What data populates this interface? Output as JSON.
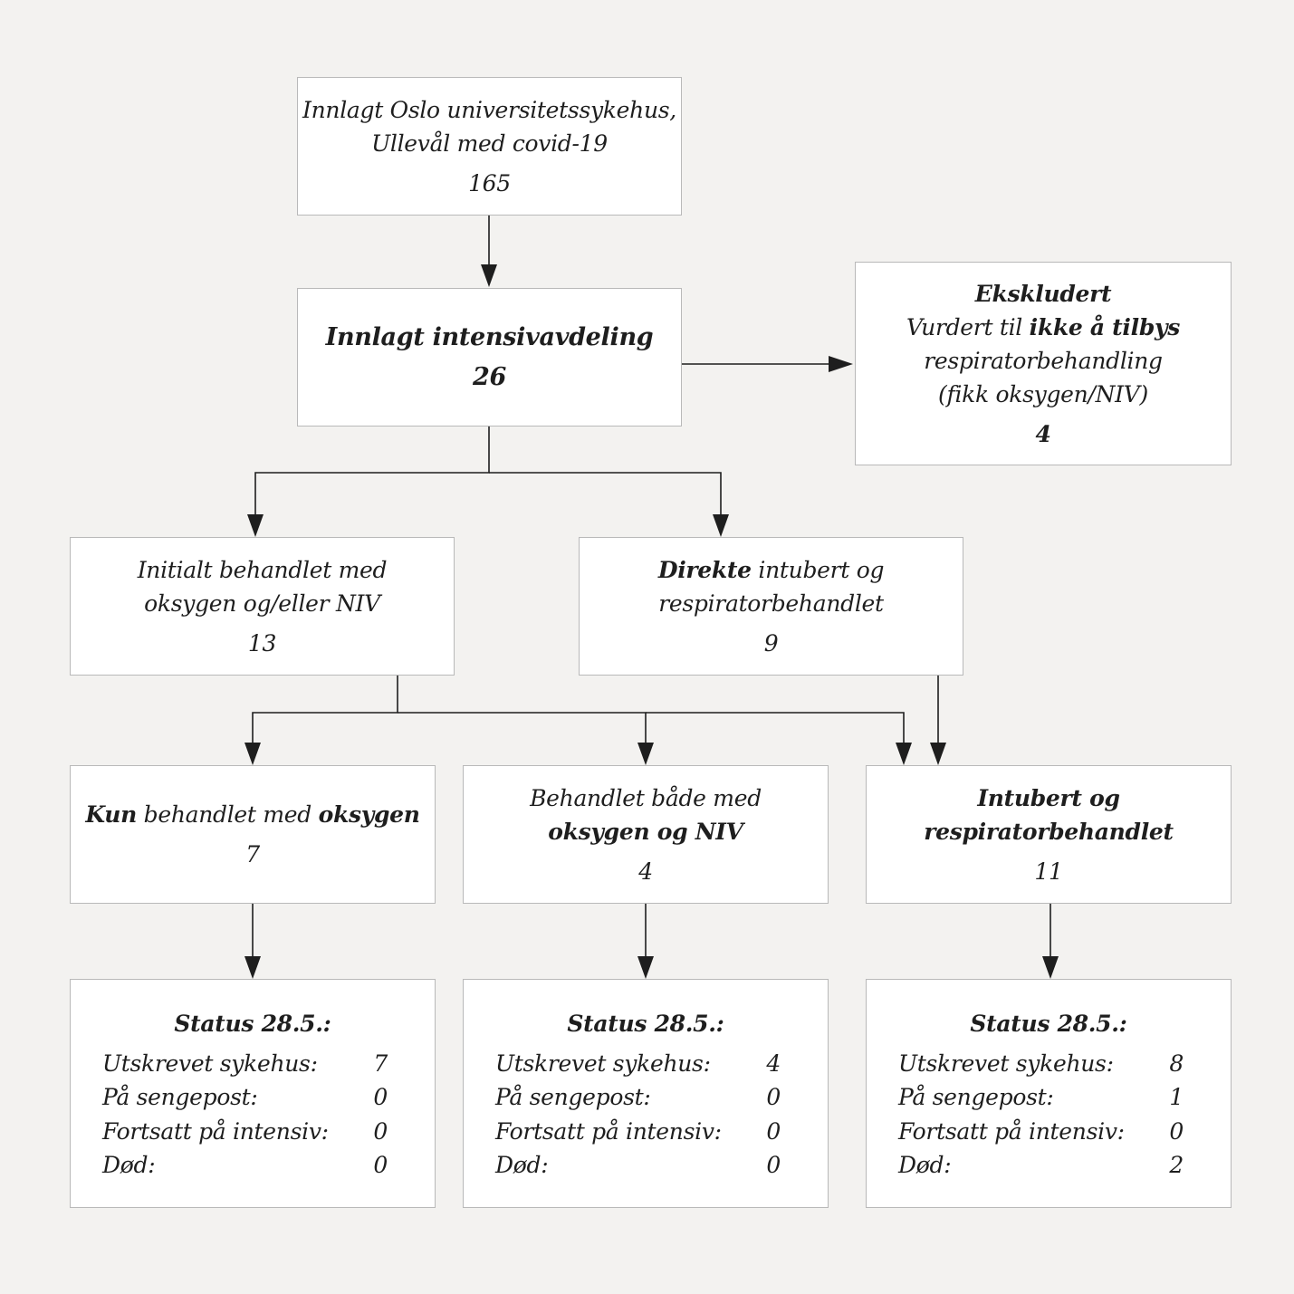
{
  "top": {
    "line1": "Innlagt Oslo universitetssykehus,",
    "line2": "Ullevål med covid-19",
    "count": "165"
  },
  "icu": {
    "title": "Innlagt intensivavdeling",
    "count": "26"
  },
  "excluded": {
    "title": "Ekskludert",
    "line1_a": "Vurdert til ",
    "line1_b": "ikke å tilbys",
    "line2": "respiratorbehandling",
    "line3": "(fikk oksygen/NIV)",
    "count": "4"
  },
  "initial": {
    "line1": "Initialt behandlet med",
    "line2": "oksygen og/eller NIV",
    "count": "13"
  },
  "direct": {
    "line1_a": "Direkte",
    "line1_b": " intubert og",
    "line2": "respiratorbehandlet",
    "count": "9"
  },
  "oxygen_only": {
    "a": "Kun",
    "b": " behandlet med ",
    "c": "oksygen",
    "count": "7"
  },
  "both": {
    "line1": "Behandlet både med",
    "line2": "oksygen og NIV",
    "count": "4"
  },
  "intubated": {
    "line1": "Intubert og",
    "line2": "respiratorbehandlet",
    "count": "11"
  },
  "status": [
    {
      "title": "Status 28.5.:",
      "rows": [
        {
          "label": "Utskrevet sykehus:",
          "value": "7"
        },
        {
          "label": "På sengepost:",
          "value": "0"
        },
        {
          "label": "Fortsatt på intensiv:",
          "value": "0"
        },
        {
          "label": "Død:",
          "value": "0"
        }
      ]
    },
    {
      "title": "Status 28.5.:",
      "rows": [
        {
          "label": "Utskrevet sykehus:",
          "value": "4"
        },
        {
          "label": "På sengepost:",
          "value": "0"
        },
        {
          "label": "Fortsatt på intensiv:",
          "value": "0"
        },
        {
          "label": "Død:",
          "value": "0"
        }
      ]
    },
    {
      "title": "Status 28.5.:",
      "rows": [
        {
          "label": "Utskrevet sykehus:",
          "value": "8"
        },
        {
          "label": "På sengepost:",
          "value": "1"
        },
        {
          "label": "Fortsatt på intensiv:",
          "value": "0"
        },
        {
          "label": "Død:",
          "value": "2"
        }
      ]
    }
  ],
  "colors": {
    "background": "#f3f2f0",
    "box_fill": "#ffffff",
    "box_border": "#b9b9b9",
    "line": "#1e1e1e"
  }
}
